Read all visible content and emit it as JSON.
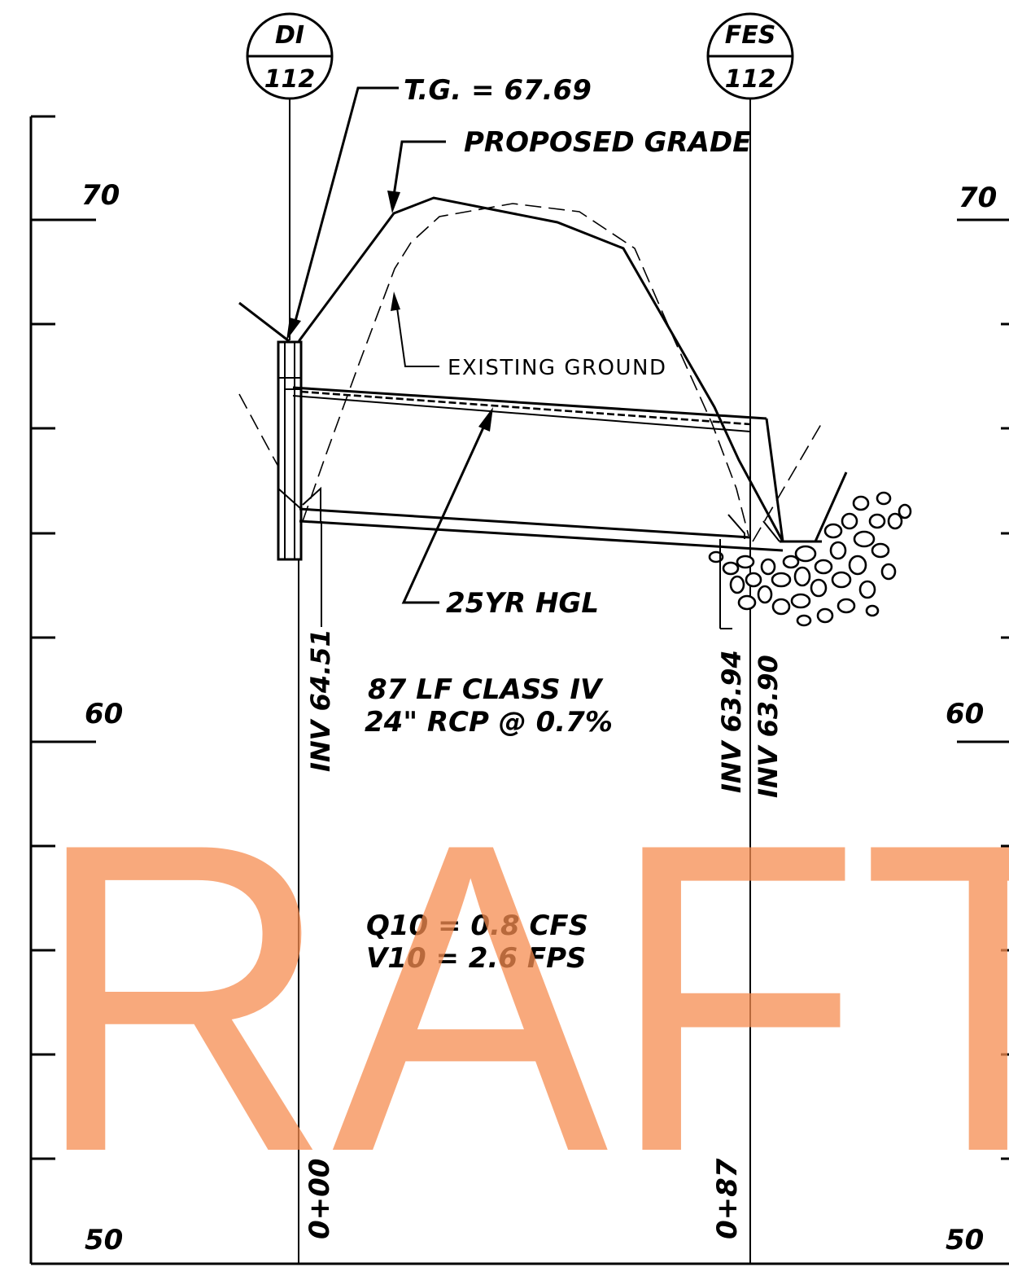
{
  "structures": {
    "start": {
      "type": "DI",
      "number": "112"
    },
    "end": {
      "type": "FES",
      "number": "112"
    }
  },
  "callouts": {
    "top_grate": "T.G. = 67.69",
    "proposed_grade": "PROPOSED GRADE",
    "existing_ground": "EXISTING GROUND",
    "hgl": "25YR HGL"
  },
  "pipe": {
    "line1": "87 LF CLASS IV",
    "line2": "24\" RCP @ 0.7%"
  },
  "inverts": {
    "start": "INV 64.51",
    "end_in": "INV 63.94",
    "end_out": "INV 63.90"
  },
  "flow": {
    "q10": "Q10 = 0.8 CFS",
    "v10": "V10 = 2.6 FPS"
  },
  "elevation_labels": {
    "left_top": "70",
    "left_mid": "60",
    "left_bottom": "50",
    "right_top": "70",
    "right_mid": "60",
    "right_bottom": "50"
  },
  "stations": {
    "start": "0+00",
    "end": "0+87"
  },
  "watermark": "RAFT"
}
